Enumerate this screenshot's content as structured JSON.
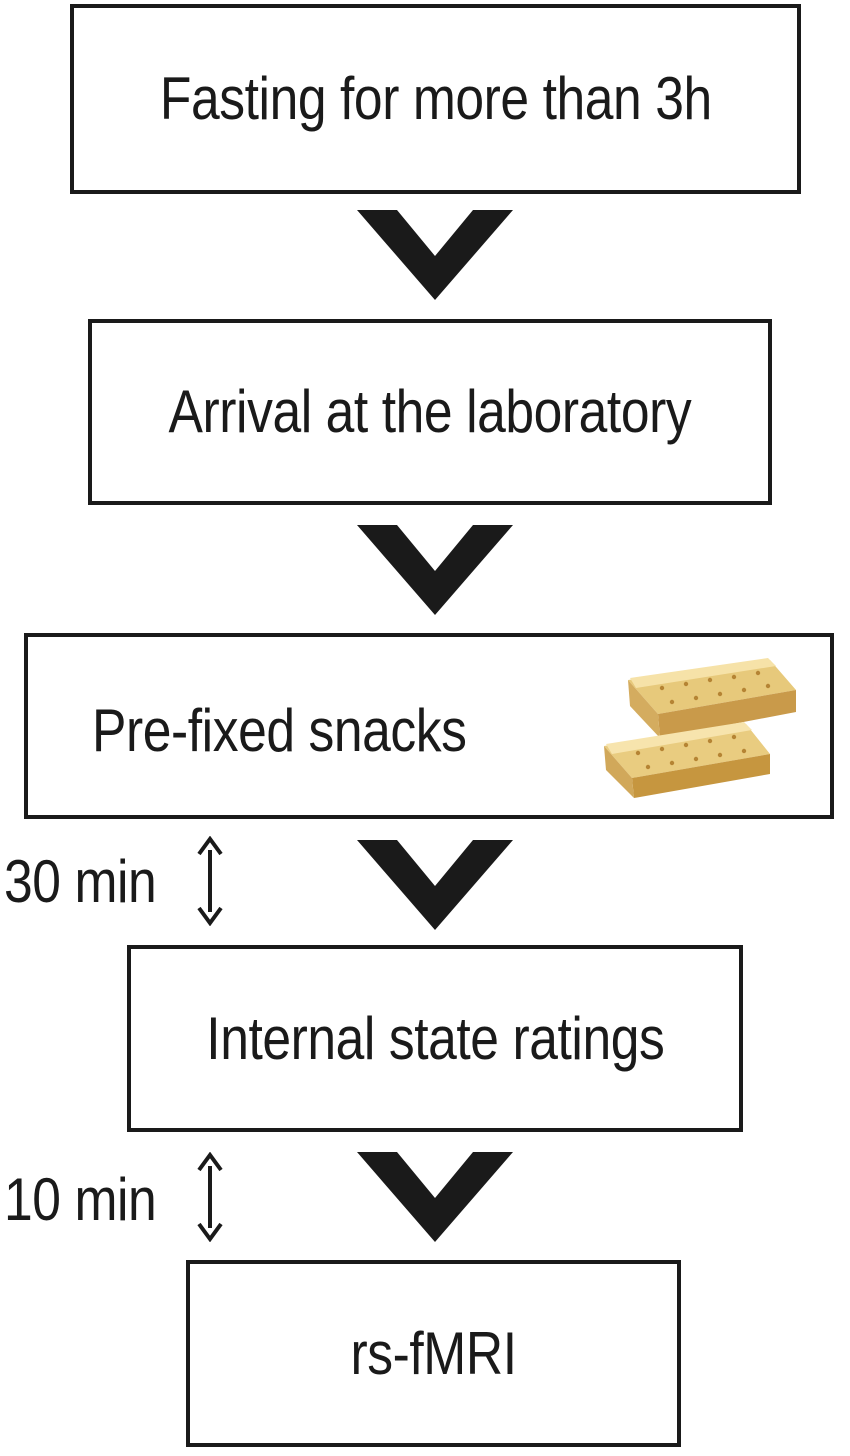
{
  "steps": [
    {
      "label": "Fasting for more than 3h"
    },
    {
      "label": "Arrival at the laboratory"
    },
    {
      "label": "Pre-fixed snacks"
    },
    {
      "label": "Internal state ratings"
    },
    {
      "label": "rs-fMRI"
    }
  ],
  "intervals": [
    {
      "label": "30 min"
    },
    {
      "label": "10 min"
    }
  ],
  "colors": {
    "stroke": "#1a1a1a",
    "arrow": "#1a1a1a",
    "biscuit_light": "#f2dc9a",
    "biscuit_dark": "#c99a4a"
  },
  "icons": [
    "chevron-down-icon",
    "double-arrow-icon",
    "biscuit-icon"
  ]
}
